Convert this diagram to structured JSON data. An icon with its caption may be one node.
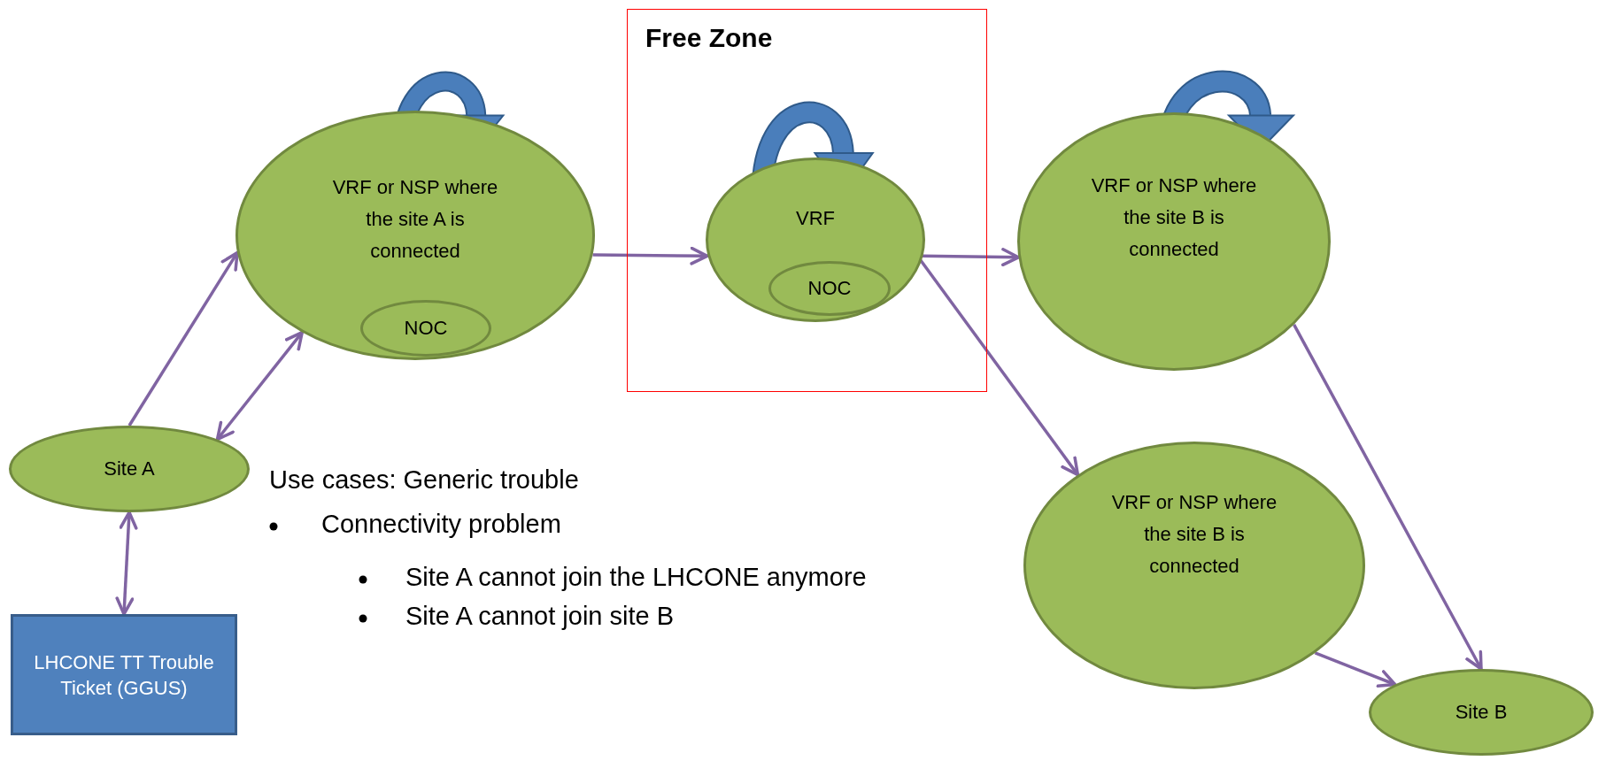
{
  "diagram": {
    "nodes": [
      {
        "text": [
          "VRF or NSP where the site A is connected"
        ]
      },
      {
        "text": [
          "NOC"
        ],
        "in": 0
      },
      {
        "text": [
          "Free Zone"
        ]
      },
      {
        "text": [
          "VRF"
        ],
        "in": 2
      },
      {
        "text": [
          "NOC"
        ],
        "in": 3
      },
      {
        "text": [
          "VRF or NSP where the site B is connected"
        ]
      },
      {
        "text": [
          "Site A"
        ]
      },
      {
        "text": [
          "VRF or NSP where the site B is connected"
        ]
      },
      {
        "text": [
          "LHCONE TT Trouble Ticket (GGUS)"
        ]
      },
      {
        "text": [
          "Site  B"
        ]
      }
    ],
    "edges": [
      {
        "from": 6,
        "to": 0,
        "arrow": "to"
      },
      {
        "from": 6,
        "to": 0,
        "arrow": "both"
      },
      {
        "from": 6,
        "to": 8,
        "arrow": "both"
      },
      {
        "from": 0,
        "to": 3,
        "arrow": "to"
      },
      {
        "from": 3,
        "to": 5,
        "arrow": "to"
      },
      {
        "from": 3,
        "to": 7,
        "arrow": "to"
      },
      {
        "from": 5,
        "to": 9,
        "arrow": "to"
      },
      {
        "from": 7,
        "to": 9,
        "arrow": "to"
      }
    ],
    "labels": [
      "Use cases: Generic trouble",
      "Connectivity problem",
      "Site A cannot join the LHCONE anymore",
      "Site A cannot join site B"
    ]
  }
}
